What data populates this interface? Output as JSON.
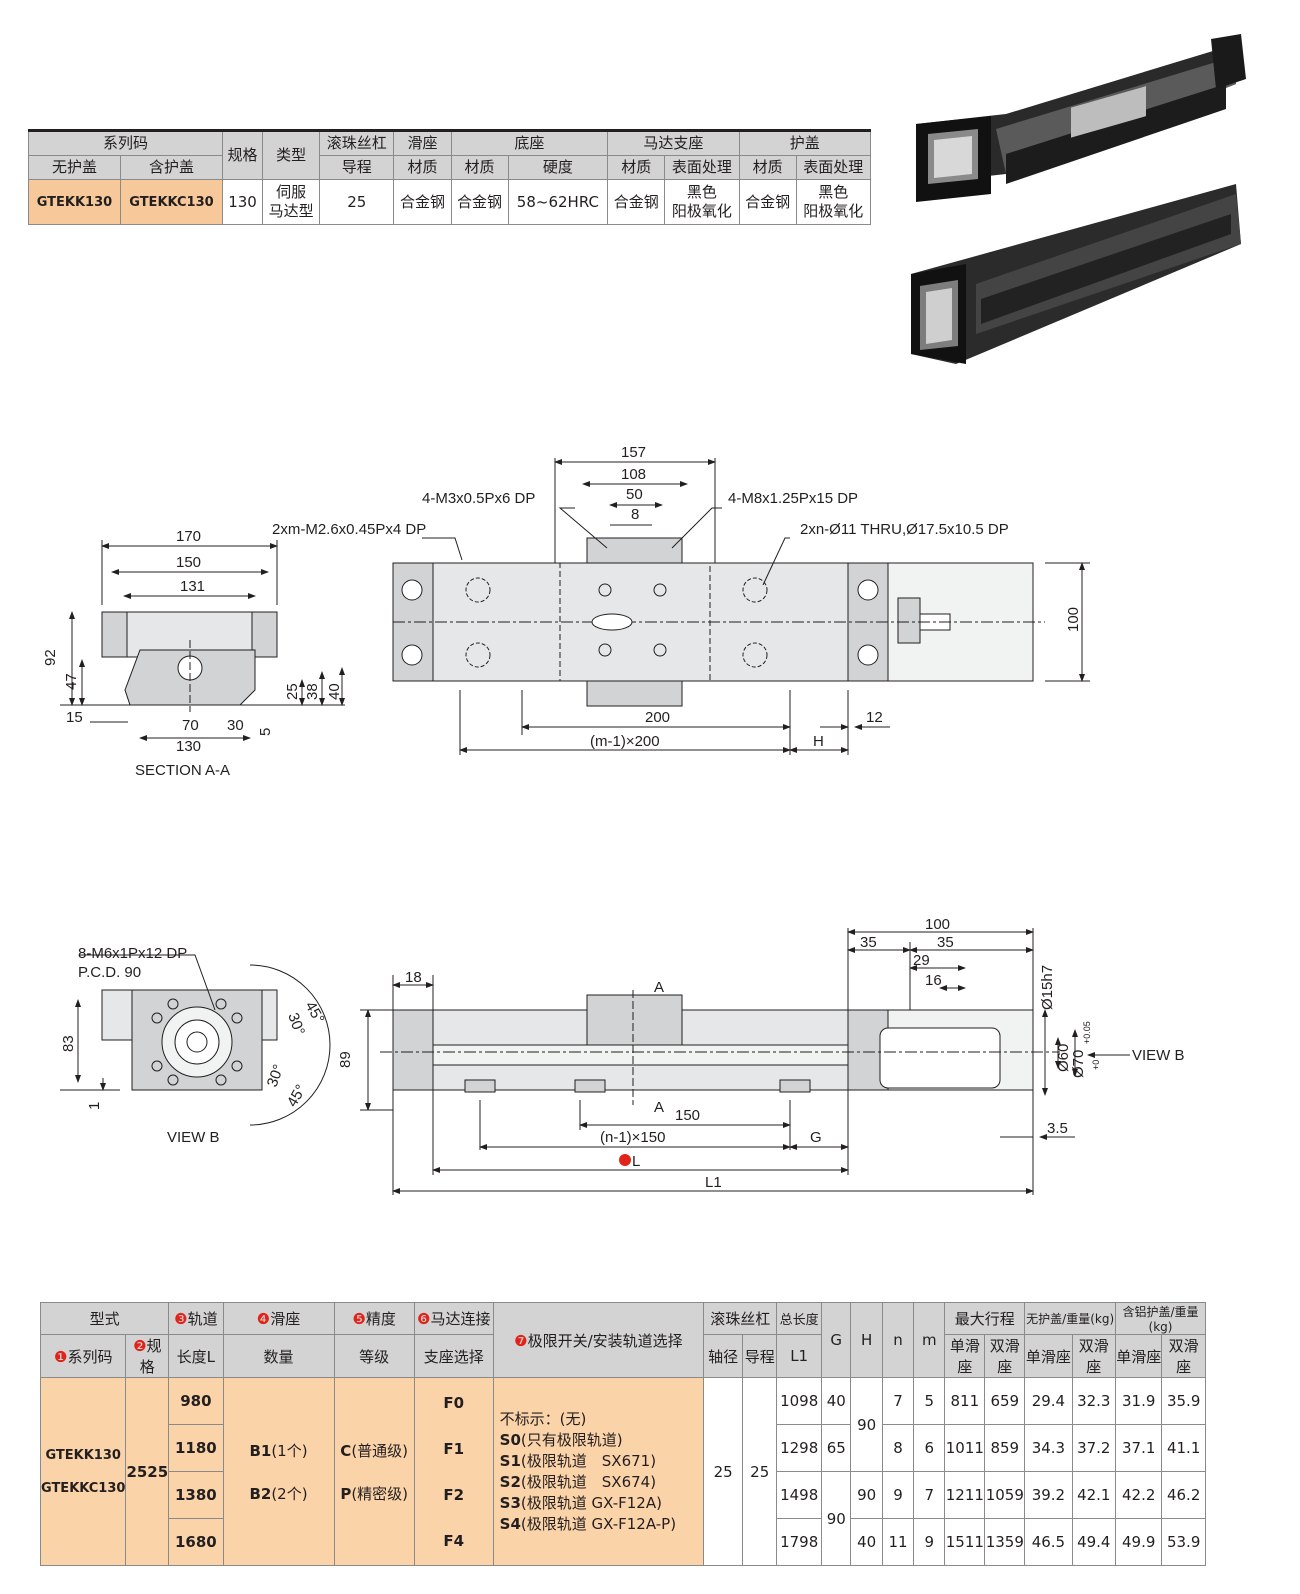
{
  "spec_table": {
    "h_series": "系列码",
    "h_no_cover": "无护盖",
    "h_with_cover": "含护盖",
    "h_size": "规格",
    "h_type": "类型",
    "h_screw": "滚珠丝杠",
    "h_lead": "导程",
    "h_slider": "滑座",
    "h_base": "底座",
    "h_motor": "马达支座",
    "h_cover": "护盖",
    "h_material": "材质",
    "h_hardness": "硬度",
    "h_surface": "表面处理",
    "code_no_cover": "GTEKK130",
    "code_with_cover": "GTEKKC130",
    "size": "130",
    "type_line1": "伺服",
    "type_line2": "马达型",
    "lead": "25",
    "slider_material": "合金钢",
    "base_material": "合金钢",
    "base_hardness": "58~62HRC",
    "motor_material": "合金钢",
    "motor_surface_1": "黑色",
    "motor_surface_2": "阳极氧化",
    "cover_material": "合金钢",
    "cover_surface_1": "黑色",
    "cover_surface_2": "阳极氧化"
  },
  "drawing": {
    "section_label": "SECTION A-A",
    "view_b_label": "VIEW B",
    "view_b_arrow": "VIEW B",
    "dims_section": [
      "170",
      "150",
      "131",
      "92",
      "47",
      "15",
      "70",
      "30",
      "130",
      "25",
      "38",
      "40",
      "5"
    ],
    "top_view": {
      "d157": "157",
      "d108": "108",
      "d50": "50",
      "d8": "8",
      "hole_m3": "4-M3x0.5Px6 DP",
      "hole_m8": "4-M8x1.25Px15 DP",
      "hole_m26": "2xm-M2.6x0.45Px4 DP",
      "hole_thru": "2xn-Ø11 THRU,Ø17.5x10.5 DP",
      "d100": "100",
      "d200": "200",
      "d12": "12",
      "pitch_m": "(m-1)×200",
      "H": "H"
    },
    "view_b": {
      "hole": "8-M6x1Px12 DP",
      "pcd": "P.C.D. 90",
      "d83": "83",
      "d1": "1",
      "a45a": "45°",
      "a30a": "30°",
      "a30b": "30°",
      "a45b": "45°"
    },
    "side_view": {
      "d100": "100",
      "d35a": "35",
      "d35b": "35",
      "d29": "29",
      "d16": "16",
      "d18": "18",
      "d89": "89",
      "A_top": "A",
      "A_bot": "A",
      "d15h7": "Ø15h7",
      "d60": "Ø60",
      "d70": "Ø70",
      "tol_up": "+0.05",
      "tol_dn": "+0",
      "d150": "150",
      "pitch_n": "(n-1)×150",
      "G": "G",
      "d35": "3.5",
      "L": "L",
      "L1": "L1"
    }
  },
  "order_table": {
    "h_model": "型式",
    "h_series": "系列码",
    "h_size": "规格",
    "h_rail": "轨道",
    "h_rail2": "长度L",
    "h_slide": "滑座",
    "h_slide2": "数量",
    "h_prec": "精度",
    "h_prec2": "等级",
    "h_motor": "马达连接",
    "h_motor2": "支座选择",
    "h_limit": "极限开关/安装轨道选择",
    "h_screw": "滚珠丝杠",
    "h_shaft": "轴径",
    "h_lead": "导程",
    "h_total": "总长度",
    "h_total2": "L1",
    "h_G": "G",
    "h_H": "H",
    "h_n": "n",
    "h_m": "m",
    "h_stroke": "最大行程",
    "h_nocover": "无护盖/重量(kg)",
    "h_alcover": "含铝护盖/重量(kg)",
    "h_single": "单滑座",
    "h_double": "双滑座",
    "codes": [
      "GTEKK130",
      "GTEKKC130"
    ],
    "size": "2525",
    "slide_options": [
      {
        "code": "B1",
        "desc": "(1个)"
      },
      {
        "code": "B2",
        "desc": "(2个)"
      }
    ],
    "prec_options": [
      {
        "code": "C",
        "desc": "(普通级)"
      },
      {
        "code": "P",
        "desc": "(精密级)"
      }
    ],
    "motor_options": [
      "F0",
      "F1",
      "F2",
      "F4"
    ],
    "limit_options": [
      {
        "code": "",
        "desc": "不标示：(无)"
      },
      {
        "code": "S0",
        "desc": "(只有极限轨道)"
      },
      {
        "code": "S1",
        "desc": "(极限轨道　SX671)"
      },
      {
        "code": "S2",
        "desc": "(极限轨道　SX674)"
      },
      {
        "code": "S3",
        "desc": "(极限轨道  GX-F12A)"
      },
      {
        "code": "S4",
        "desc": "(极限轨道  GX-F12A-P)"
      }
    ],
    "shaft": "25",
    "lead": "25",
    "H_top": "90",
    "G_bottom": "90",
    "rows": [
      {
        "L": "980",
        "L1": "1098",
        "G": "40",
        "H": "",
        "n": "7",
        "m": "5",
        "s1": "811",
        "s2": "659",
        "w1": "29.4",
        "w2": "32.3",
        "a1": "31.9",
        "a2": "35.9"
      },
      {
        "L": "1180",
        "L1": "1298",
        "G": "65",
        "H": "",
        "n": "8",
        "m": "6",
        "s1": "1011",
        "s2": "859",
        "w1": "34.3",
        "w2": "37.2",
        "a1": "37.1",
        "a2": "41.1"
      },
      {
        "L": "1380",
        "L1": "1498",
        "G": "",
        "H": "90",
        "n": "9",
        "m": "7",
        "s1": "1211",
        "s2": "1059",
        "w1": "39.2",
        "w2": "42.1",
        "a1": "42.2",
        "a2": "46.2"
      },
      {
        "L": "1680",
        "L1": "1798",
        "G": "",
        "H": "40",
        "n": "11",
        "m": "9",
        "s1": "1511",
        "s2": "1359",
        "w1": "46.5",
        "w2": "49.4",
        "a1": "49.9",
        "a2": "53.9"
      }
    ]
  }
}
